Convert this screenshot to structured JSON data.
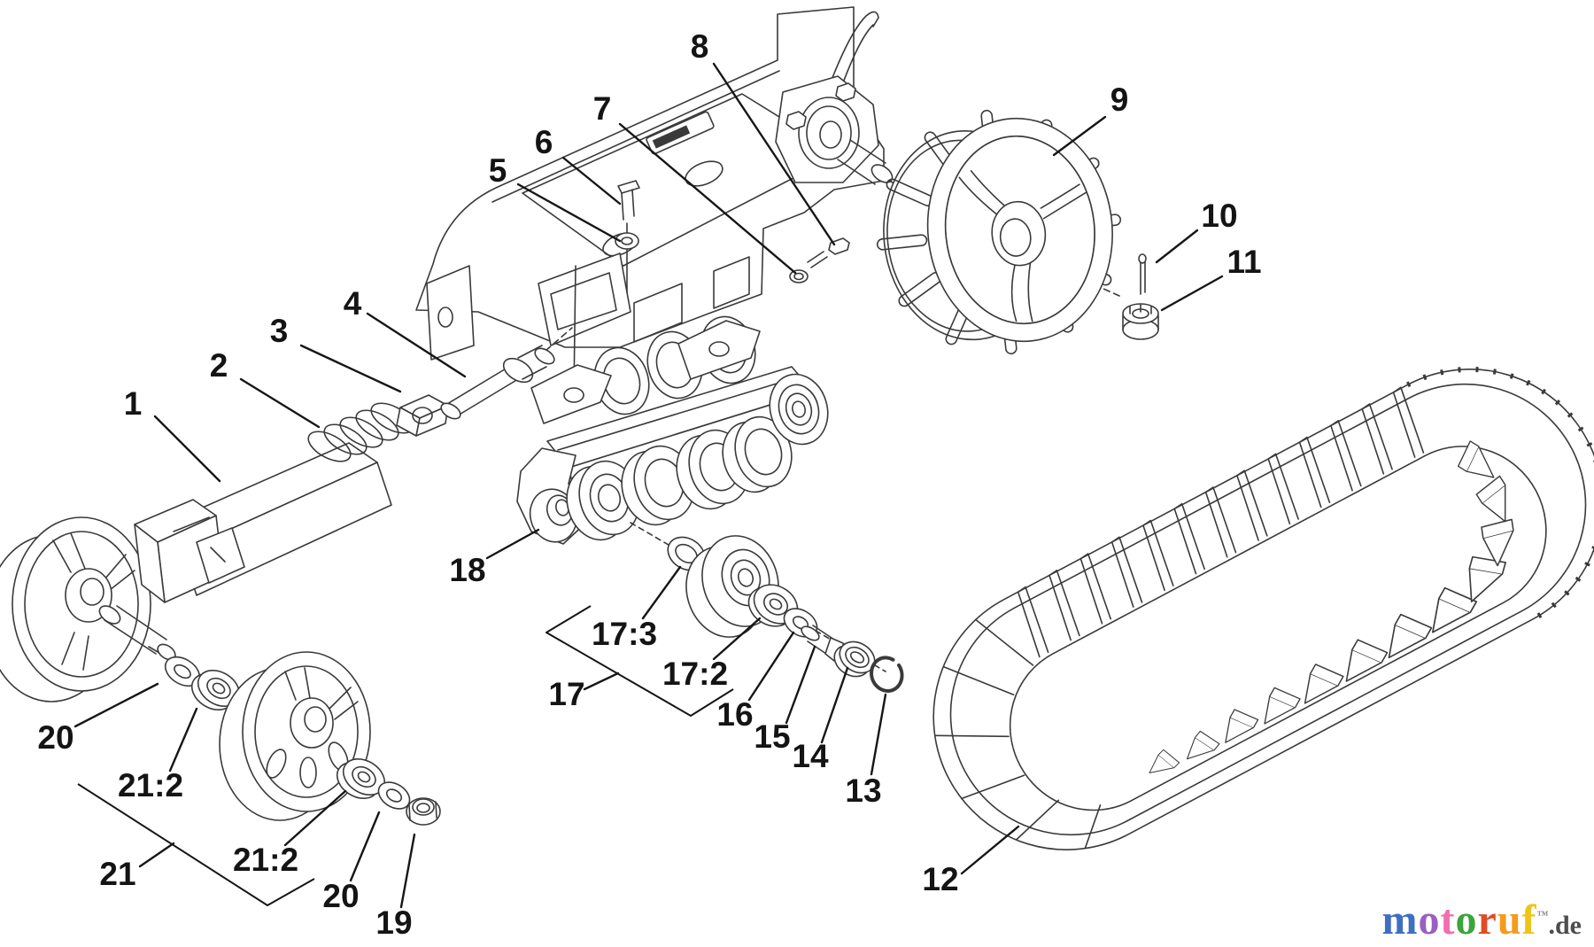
{
  "page": {
    "background": "#ffffff",
    "line_color": "#3a3a3a",
    "label_color": "#141414"
  },
  "diagram": {
    "callouts": [
      {
        "label": "1"
      },
      {
        "label": "2"
      },
      {
        "label": "3"
      },
      {
        "label": "4"
      },
      {
        "label": "5"
      },
      {
        "label": "6"
      },
      {
        "label": "7"
      },
      {
        "label": "8"
      },
      {
        "label": "9"
      },
      {
        "label": "10"
      },
      {
        "label": "11"
      },
      {
        "label": "12"
      },
      {
        "label": "13"
      },
      {
        "label": "14"
      },
      {
        "label": "15"
      },
      {
        "label": "16"
      },
      {
        "label": "17"
      },
      {
        "label": "17:2"
      },
      {
        "label": "17:3"
      },
      {
        "label": "18"
      },
      {
        "label": "19"
      },
      {
        "label": "20"
      },
      {
        "label": "20"
      },
      {
        "label": "21"
      },
      {
        "label": "21:2"
      },
      {
        "label": "21:2"
      }
    ]
  },
  "watermark": {
    "letters": [
      {
        "ch": "m",
        "color": "#3f6fc2"
      },
      {
        "ch": "o",
        "color": "#9a5fc0"
      },
      {
        "ch": "t",
        "color": "#ef6fb0"
      },
      {
        "ch": "o",
        "color": "#3aa53a"
      },
      {
        "ch": "r",
        "color": "#e04b27"
      },
      {
        "ch": "u",
        "color": "#f59b1e"
      },
      {
        "ch": "f",
        "color": "#eec419"
      }
    ],
    "tm": "™",
    "suffix": {
      "ch": ".de",
      "color": "#4d4d4d"
    }
  }
}
